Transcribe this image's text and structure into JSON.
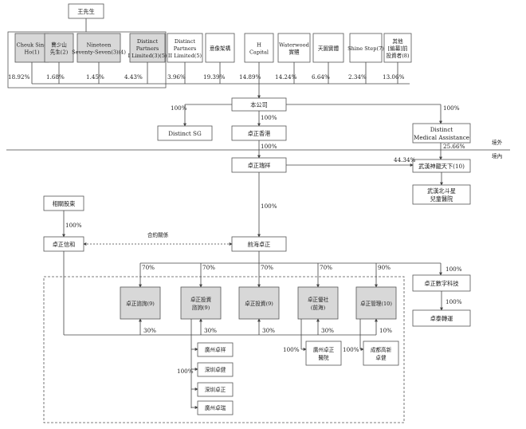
{
  "top_person": "王先生",
  "shareholders": [
    {
      "label": [
        "Cheuk Sing",
        "Ho(1)"
      ],
      "pct": "18.92%"
    },
    {
      "label": [
        "曹少山",
        "先生(2)"
      ],
      "pct": "1.68%"
    },
    {
      "label": [
        "Nineteen",
        "Seventy-Seven(3)(4)"
      ],
      "pct": "1.45%"
    },
    {
      "label": [
        "Distinct",
        "Partners",
        "I Limited(3)(5)"
      ],
      "pct": "4.43%"
    },
    {
      "label": [
        "Distinct",
        "Partners",
        "II Limited(5)"
      ],
      "pct": "3.96%"
    },
    {
      "label": [
        "意像架構"
      ],
      "pct": "19.39%"
    },
    {
      "label": [
        "H",
        "Capital"
      ],
      "pct": "14.89%"
    },
    {
      "label": [
        "Waterwood",
        "實體"
      ],
      "pct": "14.24%"
    },
    {
      "label": [
        "天圖實體"
      ],
      "pct": "6.64%"
    },
    {
      "label": [
        "Shine Step(7)"
      ],
      "pct": "2.34%"
    },
    {
      "label": [
        "其他",
        "[編纂]前",
        "投資者(8)"
      ],
      "pct": "13.06%"
    }
  ],
  "company": "本公司",
  "distinct_sg": "Distinct SG",
  "distinct_sg_pct": "100%",
  "zhuozheng_hk": "卓正香港",
  "zhuozheng_hk_pct": "100%",
  "distinct_medical": [
    "Distinct",
    "Medical Assistance"
  ],
  "distinct_medical_pct": "100%",
  "distinct_medical_sub_pct": "25.66%",
  "offshore_label": "境外",
  "onshore_label": "境內",
  "ruixiang": "卓正瑞祥",
  "ruixiang_pct": "100%",
  "wuhan_shenlong": "武漢神龍天下(10)",
  "wuhan_shenlong_pct": "44.34%",
  "wuhan_beidou": [
    "武漢北斗星",
    "兒童醫院"
  ],
  "related_party": "相關股東",
  "related_party_pct": "100%",
  "xinhe": "卓正信和",
  "contract_label": "合約關係",
  "qianhai": "前海卓正",
  "qianhai_pct": "100%",
  "subs": [
    {
      "label": [
        "卓正諮詢(9)"
      ],
      "top_pct": "70%",
      "bottom_pct": "30%"
    },
    {
      "label": [
        "卓正投資",
        "諮詢(9)"
      ],
      "top_pct": "70%",
      "bottom_pct": "30%"
    },
    {
      "label": [
        "卓正投資(9)"
      ],
      "top_pct": "70%",
      "bottom_pct": "30%"
    },
    {
      "label": [
        "卓正優社",
        "(前海)"
      ],
      "top_pct": "70%",
      "bottom_pct": "30%"
    },
    {
      "label": [
        "卓正管理(10)"
      ],
      "top_pct": "90%",
      "bottom_pct": "10%"
    }
  ],
  "digital": "卓正數字科技",
  "digital_pct": "100%",
  "zhuotai": "卓泰轉運",
  "zhuotai_pct": "100%",
  "guangzhou_pct": "100%",
  "guangzhou_list": [
    "廣州卓祥",
    "深圳卓健",
    "深圳卓正",
    "廣州卓瑞"
  ],
  "clinic_pct": "100%",
  "clinic": [
    "廣州卓正",
    "醫院"
  ],
  "chengdu_pct": "100%",
  "chengdu": [
    "成都高新",
    "卓健"
  ],
  "colors": {
    "grey_box": "#d8d8d8",
    "line": "#444444"
  }
}
